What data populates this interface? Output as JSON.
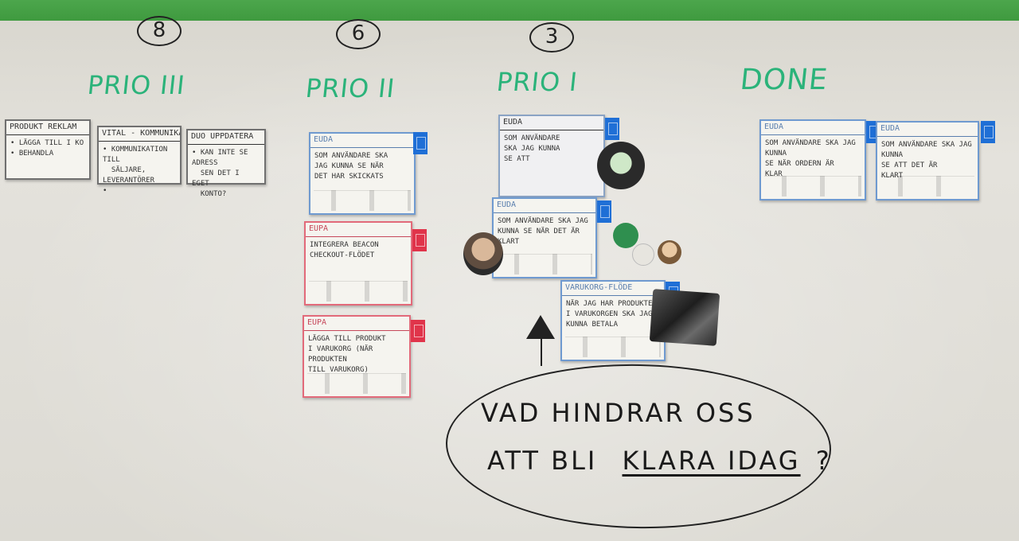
{
  "columns": [
    {
      "title": "PRIO III",
      "wip": "8"
    },
    {
      "title": "PRIO II",
      "wip": "6"
    },
    {
      "title": "PRIO I",
      "wip": "3"
    },
    {
      "title": "DONE",
      "wip": ""
    }
  ],
  "cards": {
    "prio3": [
      {
        "header": "PRODUKT REKLAM",
        "body": "• LÄGGA TILL I KO\n• BEHANDLA"
      },
      {
        "header": "VITAL - KOMMUNIKATION",
        "body": "• KOMMUNIKATION TILL\n  SÄLJARE, LEVERANTÖRER\n•"
      },
      {
        "header": "DUO UPPDATERA",
        "body": "• KAN INTE SE ADRESS\n  SEN DET I EGET\n  KONTO?"
      }
    ],
    "prio2": [
      {
        "header": "EUDA",
        "body": "SOM ANVÄNDARE SKA\nJAG KUNNA SE NÄR\nDET HAR SKICKATS"
      },
      {
        "header": "EUPA",
        "body": "INTEGRERA BEACON\nCHECKOUT-FLÖDET"
      },
      {
        "header": "EUPA",
        "body": "LÄGGA TILL PRODUKT\nI VARUKORG (NÄR PRODUKTEN\nTILL VARUKORG)"
      }
    ],
    "prio1": [
      {
        "header": "EUDA",
        "body": "SOM ANVÄNDARE\nSKA JAG KUNNA\nSE ATT"
      },
      {
        "header": "EUDA",
        "body": "SOM ANVÄNDARE SKA JAG\nKUNNA SE NÄR DET ÄR\nKLART"
      },
      {
        "header": "VARUKORG-FLÖDE",
        "body": "NÄR JAG HAR PRODUKTEN\nI VARUKORGEN SKA JAG\nKUNNA BETALA"
      }
    ],
    "done": [
      {
        "header": "EUDA",
        "body": "SOM ANVÄNDARE SKA JAG KUNNA\nSE NÄR ORDERN ÄR\nKLAR"
      },
      {
        "header": "EUDA",
        "body": "SOM ANVÄNDARE SKA JAG KUNNA\nSE ATT DET ÄR\nKLART"
      }
    ]
  },
  "question": {
    "line1": "VAD HINDRAR OSS",
    "line2_prefix": "ATT BLI",
    "line2_emph": "KLARA IDAG",
    "line2_suffix": "?"
  },
  "colors": {
    "wall_stripe": "#3f9a3f",
    "title_green": "#2bb37a",
    "card_blue": "#6f9ad0",
    "card_red": "#e26a7a",
    "tag_blue": "#1f6fd6",
    "tag_red": "#e0344a"
  }
}
